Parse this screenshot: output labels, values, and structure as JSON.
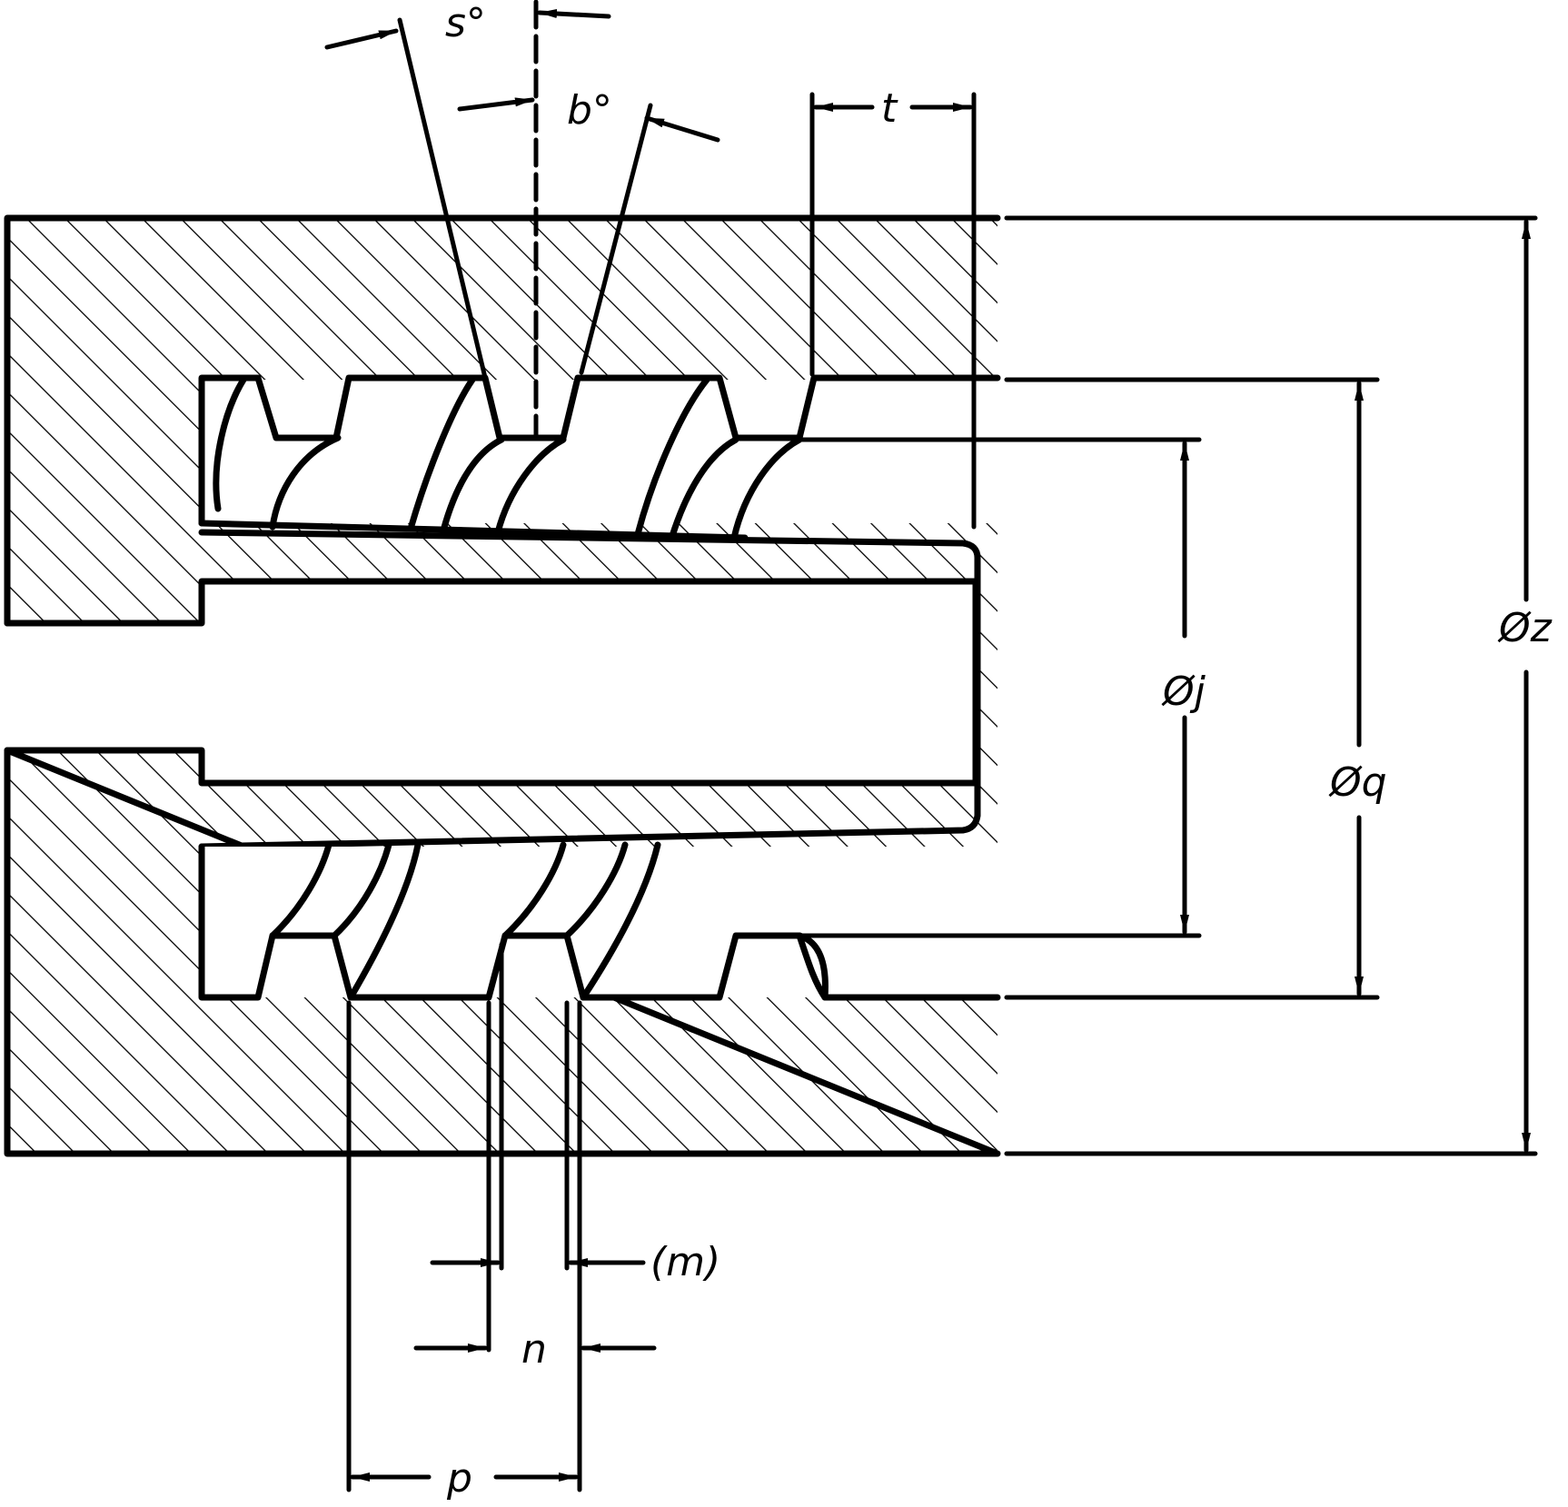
{
  "labels": {
    "s_angle": "s°",
    "b_angle": "b°",
    "t": "t",
    "dia_z": "Øz",
    "dia_j": "Øj",
    "dia_q": "Øq",
    "m": "(m)",
    "n": "n",
    "p": "p"
  }
}
